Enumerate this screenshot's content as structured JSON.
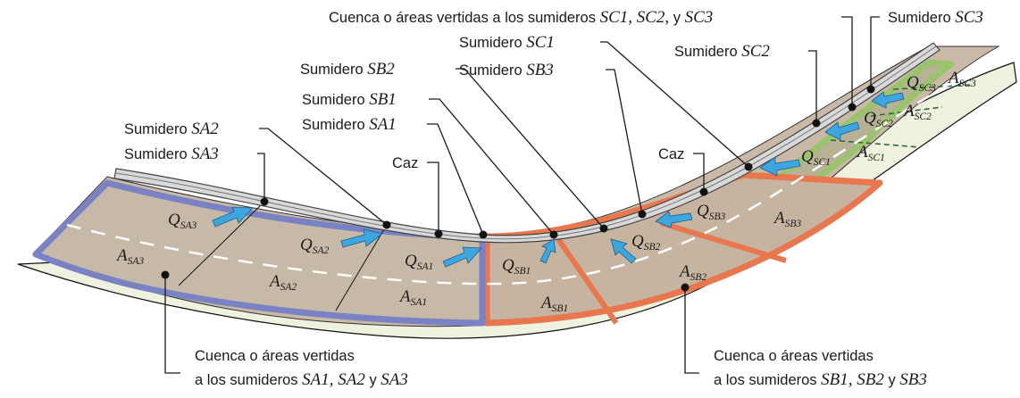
{
  "labels": {
    "cuenca_c": {
      "text": "Cuenca o áreas vertidas a los sumideros ",
      "italic": "SC1, SC2,",
      "y": " y ",
      "italic2": "SC3"
    },
    "sum_sc3": {
      "text": "Sumidero ",
      "italic": "SC3"
    },
    "sum_sc1": {
      "text": "Sumidero ",
      "italic": "SC1"
    },
    "sum_sc2": {
      "text": "Sumidero ",
      "italic": "SC2"
    },
    "sum_sb2": {
      "text": "Sumidero ",
      "italic": "SB2"
    },
    "sum_sb3": {
      "text": "Sumidero ",
      "italic": "SB3"
    },
    "sum_sb1": {
      "text": "Sumidero ",
      "italic": "SB1"
    },
    "sum_sa1": {
      "text": "Sumidero ",
      "italic": "SA1"
    },
    "sum_sa2": {
      "text": "Sumidero ",
      "italic": "SA2"
    },
    "sum_sa3": {
      "text": "Sumidero ",
      "italic": "SA3"
    },
    "caz_left": "Caz",
    "caz_right": "Caz",
    "cuenca_a": {
      "line1": "Cuenca o áreas vertidas",
      "line2": "a los sumideros ",
      "italic": "SA1, SA2",
      "y": " y ",
      "italic2": "SA3"
    },
    "cuenca_b": {
      "line1": "Cuenca o áreas vertidas",
      "line2": "a los sumideros ",
      "italic": "SB1, SB2",
      "y": " y ",
      "italic2": "SB3"
    }
  },
  "flows": {
    "qsa3": {
      "main": "Q",
      "sub": "SA3"
    },
    "qsa2": {
      "main": "Q",
      "sub": "SA2"
    },
    "qsa1": {
      "main": "Q",
      "sub": "SA1"
    },
    "qsb1": {
      "main": "Q",
      "sub": "SB1"
    },
    "qsb2": {
      "main": "Q",
      "sub": "SB2"
    },
    "qsb3": {
      "main": "Q",
      "sub": "SB3"
    },
    "qsc1": {
      "main": "Q",
      "sub": "SC1"
    },
    "qsc2": {
      "main": "Q",
      "sub": "SC2"
    },
    "qsc3": {
      "main": "Q",
      "sub": "SC3"
    }
  },
  "areas": {
    "asa3": {
      "main": "A",
      "sub": "SA3"
    },
    "asa2": {
      "main": "A",
      "sub": "SA2"
    },
    "asa1": {
      "main": "A",
      "sub": "SA1"
    },
    "asb1": {
      "main": "A",
      "sub": "SB1"
    },
    "asb2": {
      "main": "A",
      "sub": "SB2"
    },
    "asb3": {
      "main": "A",
      "sub": "SB3"
    },
    "asc1": {
      "main": "A",
      "sub": "SC1"
    },
    "asc2": {
      "main": "A",
      "sub": "SC2"
    },
    "asc3": {
      "main": "A",
      "sub": "SC3"
    }
  },
  "colors": {
    "road": "#c9b9a6",
    "shoulder": "#eef2df",
    "basin_a": "#7b82c4",
    "basin_b": "#e8774f",
    "basin_c": "#9bc26c",
    "arrow": "#3ea6de",
    "kerb": "#9a9a9a"
  }
}
